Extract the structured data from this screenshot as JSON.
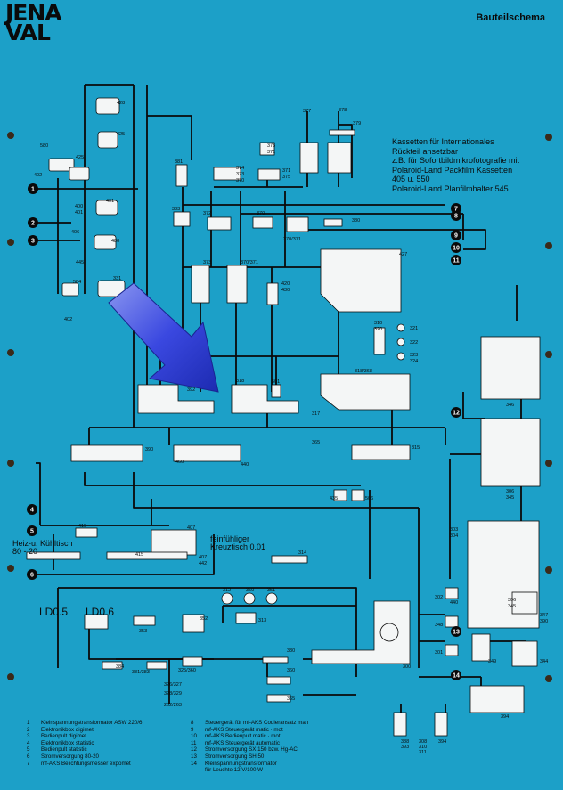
{
  "logo": {
    "line1": "JENA",
    "line2": "VAL"
  },
  "title": "Bauteilschema",
  "note_lines": [
    "Kassetten für Internationales",
    "Rückteil ansetzbar",
    "z.B. für Sofortbildmikrofotografie mit",
    "Polaroid-Land Packfilm Kassetten",
    "405 u. 550",
    "Polaroid-Land Planfilmhalter 545"
  ],
  "labels": {
    "heiz_1": "Heiz-u. Kühltisch",
    "heiz_2": "80 - 20",
    "kreuz_1": "feinfühliger",
    "kreuz_2": "Kreuztisch 0.01",
    "ld05": "LD0.5",
    "ld06": "LD0.6"
  },
  "circles": [
    "1",
    "2",
    "3",
    "4",
    "5",
    "6",
    "7",
    "8",
    "9",
    "10",
    "11",
    "12",
    "13",
    "14"
  ],
  "parts": [
    "428",
    "425",
    "425",
    "580",
    "402",
    "400",
    "401",
    "401",
    "406",
    "480",
    "445",
    "584",
    "331",
    "402",
    "377",
    "378",
    "379",
    "375",
    "371",
    "374",
    "373",
    "370",
    "371",
    "375",
    "381",
    "383",
    "372",
    "370",
    "380",
    "370/371",
    "373",
    "370/371",
    "420",
    "430",
    "427",
    "310",
    "320",
    "321",
    "322",
    "323",
    "324",
    "392",
    "318",
    "501",
    "317",
    "318/368",
    "346",
    "306",
    "345",
    "390",
    "440",
    "365",
    "315",
    "460",
    "435",
    "506",
    "415",
    "407",
    "415",
    "407",
    "442",
    "314",
    "303",
    "304",
    "312",
    "350",
    "351",
    "313",
    "352",
    "353",
    "352",
    "440",
    "302",
    "306",
    "345",
    "347",
    "390",
    "345",
    "349",
    "344",
    "300",
    "301",
    "330",
    "360",
    "365",
    "384",
    "381/383",
    "325/360",
    "326/327",
    "328/329",
    "262/263",
    "394",
    "388",
    "308",
    "383",
    "310",
    "311"
  ],
  "legend_left": [
    {
      "n": "1",
      "t": "Kleinspannungstransformator ASW 220/6"
    },
    {
      "n": "2",
      "t": "Elektronikbox digimet"
    },
    {
      "n": "3",
      "t": "Bedienpult digimet"
    },
    {
      "n": "4",
      "t": "Elektronikbox statistic"
    },
    {
      "n": "5",
      "t": "Bedienpult statistic"
    },
    {
      "n": "6",
      "t": "Stromversorgung 80-20"
    },
    {
      "n": "7",
      "t": "mf-AKS Belichtungsmesser expomet"
    }
  ],
  "legend_right": [
    {
      "n": "8",
      "t": "Steuergerät für mf-AKS Codieransatz man"
    },
    {
      "n": "9",
      "t": "mf-AKS Steuergerät matic · mot"
    },
    {
      "n": "10",
      "t": "mf-AKS Bedienpult matic · mot"
    },
    {
      "n": "11",
      "t": "mf-AKS Steuergerät automatic"
    },
    {
      "n": "12",
      "t": "Stromversorgung SX 150 bzw. Hg-AC"
    },
    {
      "n": "13",
      "t": "Stromversorgung SH 50"
    },
    {
      "n": "14",
      "t": "Kleinspannungstransformator"
    },
    {
      "n": "",
      "t": "für Leuchte 12 V/100 W"
    }
  ],
  "colors": {
    "background": "#1ca0c8",
    "line": "#0a0a0a",
    "part": "#f4f6f6",
    "arrow": "#2c3ad8"
  }
}
